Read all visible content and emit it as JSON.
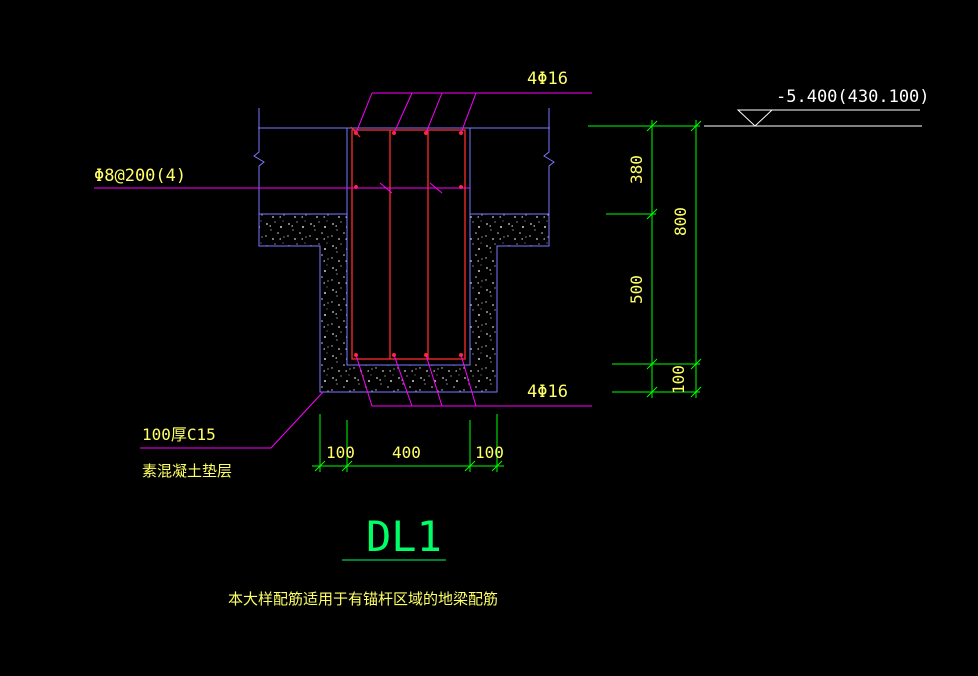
{
  "colors": {
    "background": "#000000",
    "outline": "#7a78ff",
    "rebar": "#ff2a2a",
    "leader": "#ff00ff",
    "dimension": "#00ff00",
    "text": "#ffff66",
    "white": "#ffffff",
    "title": "#00ff66",
    "gray": "#cfcfcf"
  },
  "labels": {
    "elevation": "-5.400(430.100)",
    "top_rebar": "4Φ16",
    "bottom_rebar": "4Φ16",
    "stirrup": "Φ8@200(4)",
    "cushion_line1": "100厚C15",
    "cushion_line2": "素混凝土垫层",
    "title": "DL1",
    "note": "本大样配筋适用于有锚杆区域的地梁配筋"
  },
  "dimensions": {
    "dim_380": "380",
    "dim_500": "500",
    "dim_100_v": "100",
    "dim_800": "800",
    "dim_100_left": "100",
    "dim_400": "400",
    "dim_100_right": "100"
  }
}
